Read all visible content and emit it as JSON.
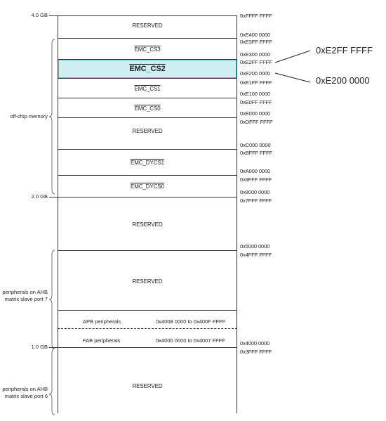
{
  "size_labels": [
    "4.0 GB",
    "2.0 GB",
    "1.0 GB"
  ],
  "side_labels": {
    "offchip": "off-chip memory",
    "ahb7_line1": "peripherals on AHB",
    "ahb7_line2": "matrix slave port 7",
    "ahb6_line1": "peripherals on AHB",
    "ahb6_line2": "matrix slave port 6"
  },
  "regions": {
    "reserved_top": "RESERVED",
    "emc_cs3": "EMC_CS3",
    "emc_cs2": "EMC_CS2",
    "emc_cs1": "EMC_CS1",
    "emc_cs0": "EMC_CS0",
    "reserved_mid": "RESERVED",
    "emc_dycs1": "EMC_DYCS1",
    "emc_dycs0": "EMC_DYCS0",
    "reserved_low": "RESERVED",
    "reserved_ahb7": "RESERVED",
    "apb_name": "APB peripherals",
    "apb_range": "0x4008 0000 to 0x400F FFFF",
    "fab_name": "FAB peripherals",
    "fab_range": "0x4000 0000 to 0x4007 FFFF",
    "reserved_bottom": "RESERVED"
  },
  "addresses": [
    "0xFFFF FFFF",
    "0xE400 0000",
    "0xE3FF FFFF",
    "0xE300 0000",
    "0xE2FF FFFF",
    "0xE200 0000",
    "0xE1FF FFFF",
    "0xE100 0000",
    "0xE0FF FFFF",
    "0xE000 0000",
    "0xDFFF FFFF",
    "0xC000 0000",
    "0xBFFF FFFF",
    "0xA000 0000",
    "0x9FFF FFFF",
    "0x8000 0000",
    "0x7FFF FFFF",
    "0x5000 0000",
    "0x4FFF FFFF",
    "0x4000 0000",
    "0x3FFF FFFF"
  ],
  "callouts": {
    "upper": "0xE2FF FFFF",
    "lower": "0xE200 0000"
  },
  "colors": {
    "highlight_fill": "#cfeef2",
    "highlight_border": "#5bbfcc",
    "lines": "#333333"
  }
}
